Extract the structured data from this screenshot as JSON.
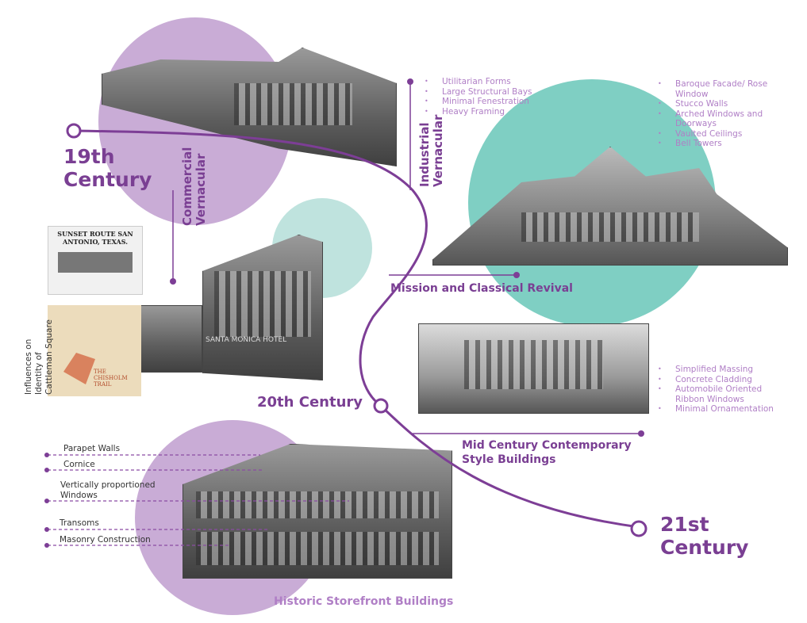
{
  "colors": {
    "purple_line": "#7d3e96",
    "purple_circle": "#c9acd6",
    "teal_circle": "#7fcfc3",
    "light_teal_circle": "#bfe3de",
    "bullet_text": "#b07fc6"
  },
  "eras": {
    "c19": "19th Century",
    "c20": "20th Century",
    "c21": "21st Century"
  },
  "styles": {
    "commercial": "Commercial Vernacular",
    "industrial": "Industrial Vernacular",
    "mission": "Mission and Classical Revival",
    "midcentury": "Mid Century Contemporary Style Buildings",
    "storefront": "Historic Storefront Buildings"
  },
  "industrial_features": [
    "Utilitarian Forms",
    "Large Structural Bays",
    "Minimal Fenestration",
    "Heavy Framing"
  ],
  "mission_features": [
    "Baroque Facade/ Rose Window",
    "Stucco Walls",
    "Arched Windows and Doorways",
    "Vaulted Ceilings",
    "Bell Towers"
  ],
  "midcentury_features": [
    "Simplified Massing",
    "Concrete Cladding",
    "Automobile Oriented Ribbon Windows",
    "Minimal Ornamentation"
  ],
  "storefront_annotations": [
    "Parapet Walls",
    "Cornice",
    "Vertically proportioned Windows",
    "Transoms",
    "Masonry Construction"
  ],
  "influences_caption": "Influences on Identity of Cattleman Square",
  "images": {
    "postcard_text": "SUNSET ROUTE SAN ANTONIO, TEXAS.",
    "hotel_sign": "SANTA MONICA HOTEL",
    "map_text": "THE CHISHOLM TRAIL"
  }
}
